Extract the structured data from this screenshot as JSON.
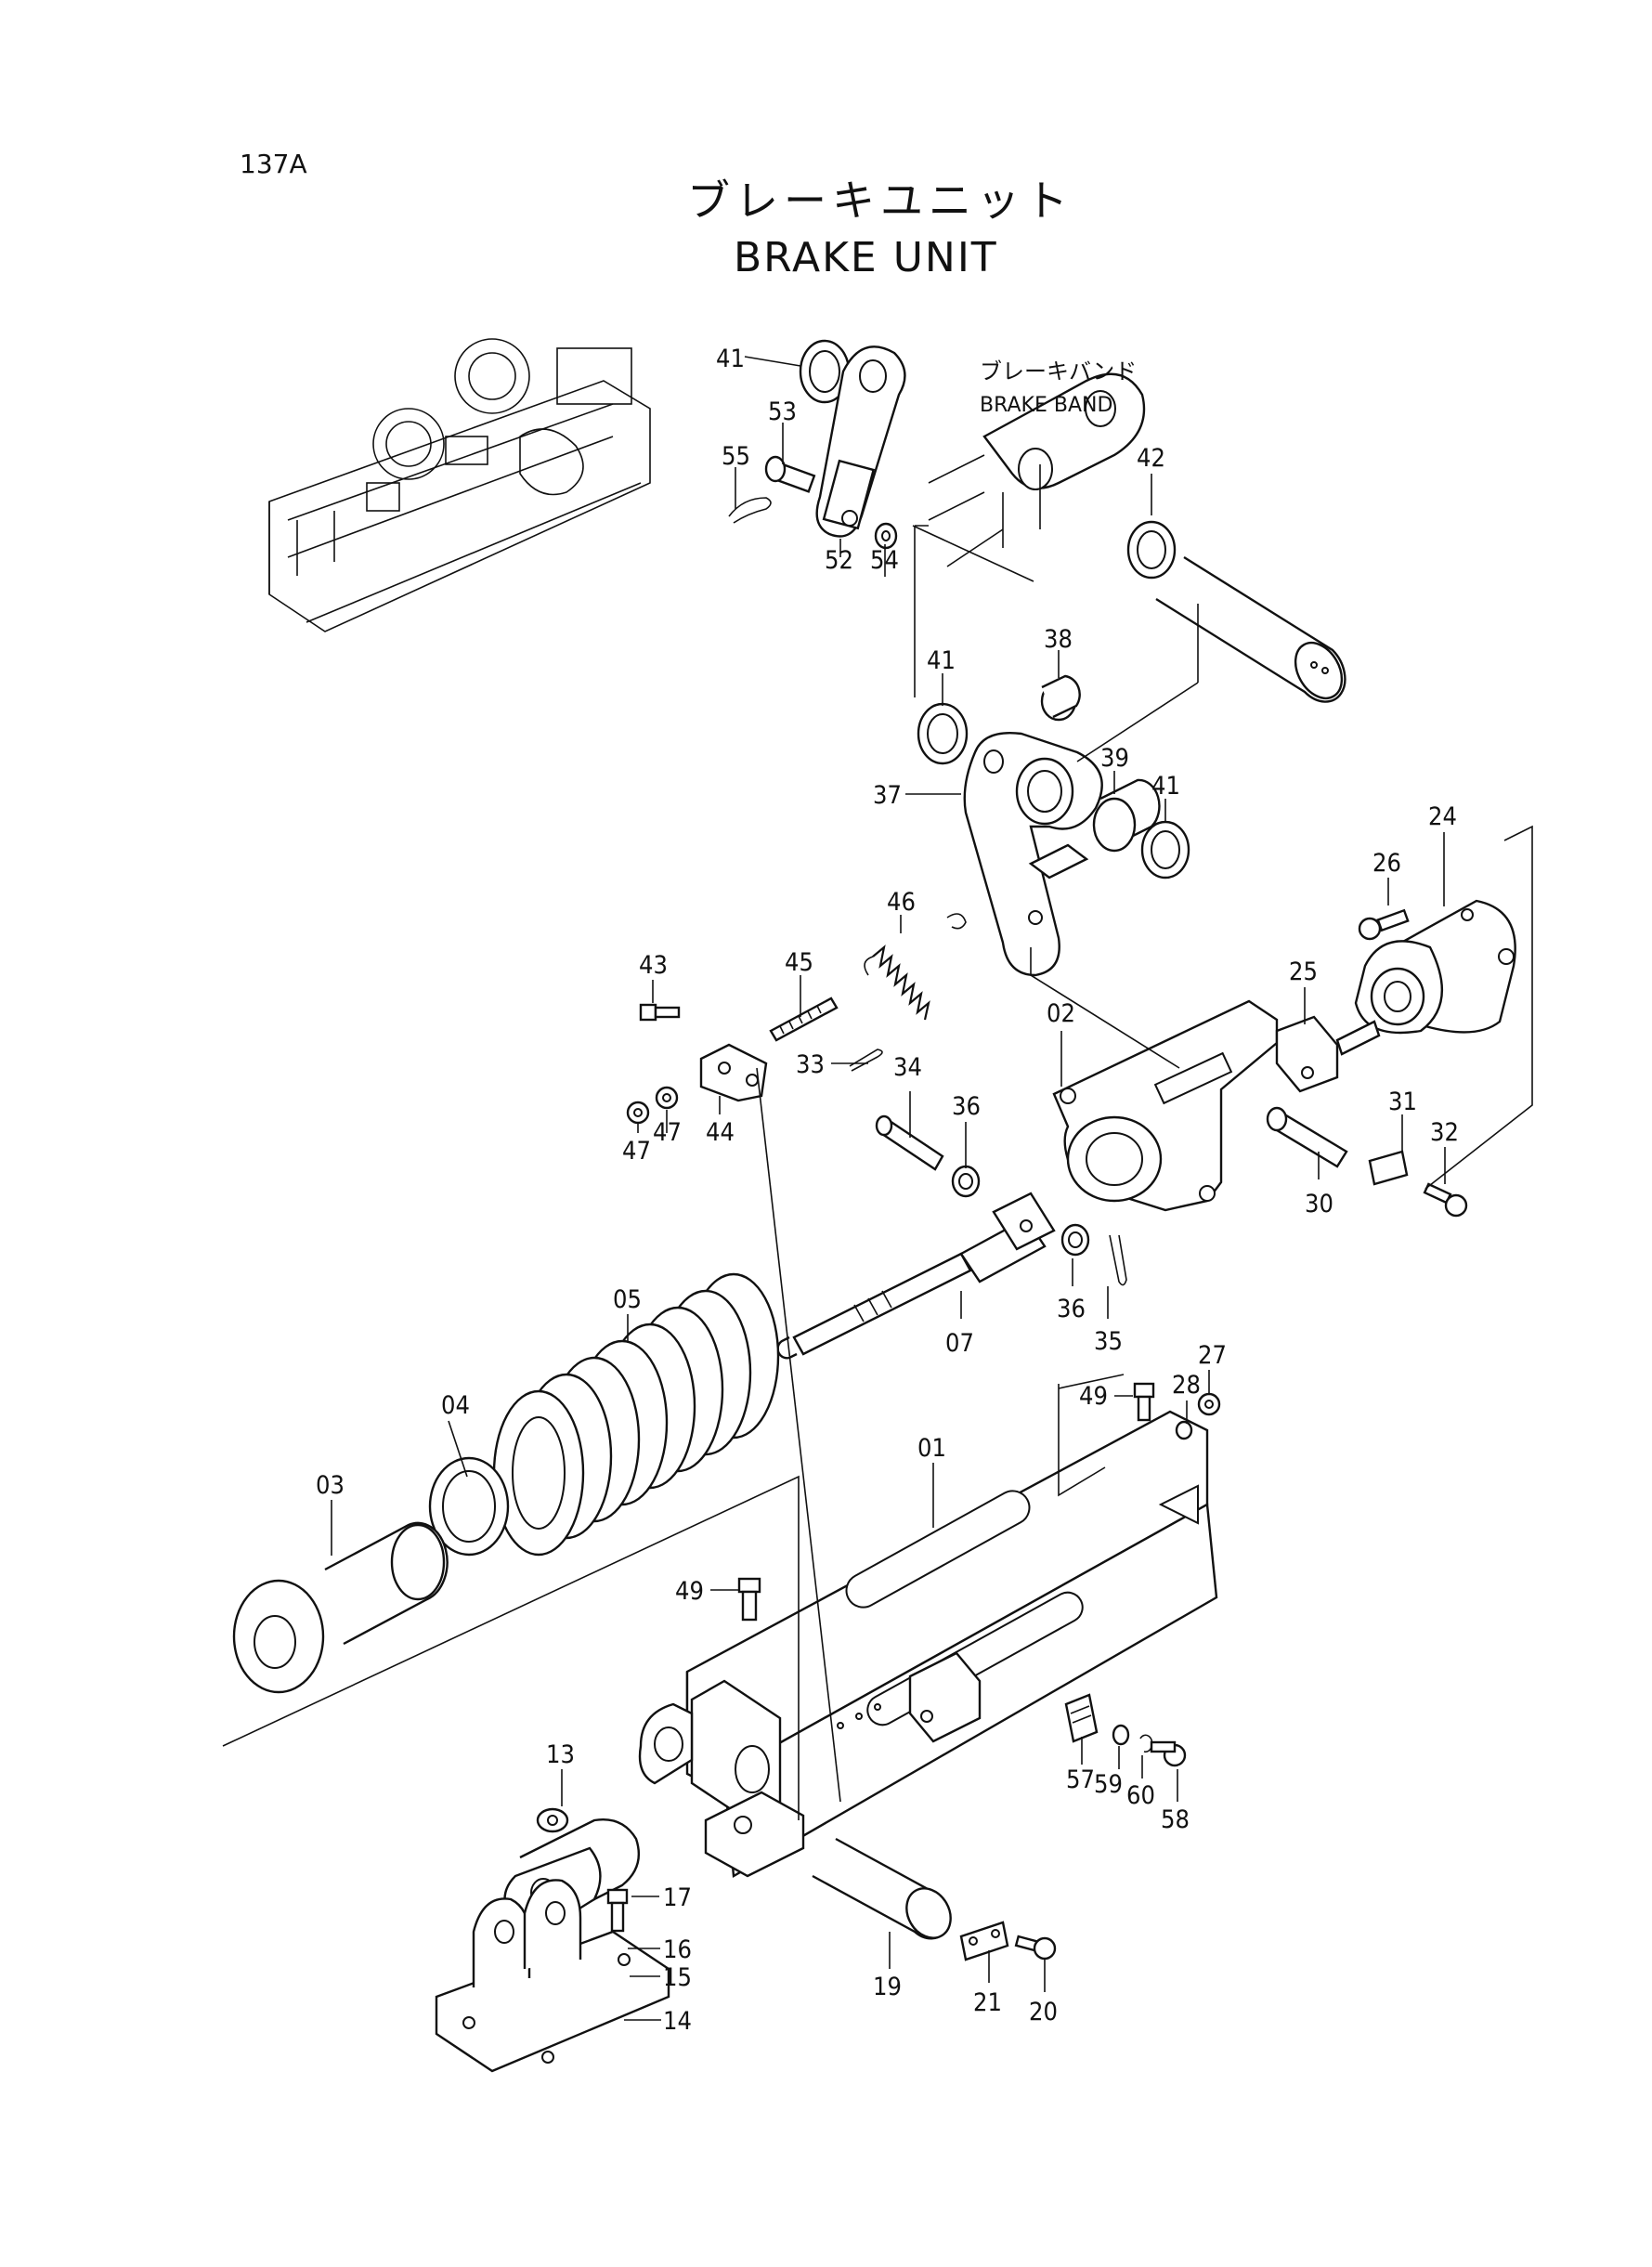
{
  "page": {
    "code": "137A",
    "title_jp": "ブレーキユニット",
    "title_en": "BRAKE UNIT"
  },
  "callouts": {
    "brake_band_jp": "ブレーキバンド",
    "brake_band_en": "BRAKE BAND"
  },
  "part_labels": {
    "p01": "01",
    "p02": "02",
    "p03": "03",
    "p04": "04",
    "p05": "05",
    "p07": "07",
    "p13": "13",
    "p14": "14",
    "p15": "15",
    "p16": "16",
    "p17": "17",
    "p19": "19",
    "p20": "20",
    "p21": "21",
    "p24": "24",
    "p25": "25",
    "p26": "26",
    "p27": "27",
    "p28": "28",
    "p30": "30",
    "p31": "31",
    "p32": "32",
    "p33": "33",
    "p34": "34",
    "p35": "35",
    "p36a": "36",
    "p36b": "36",
    "p37": "37",
    "p38": "38",
    "p39": "39",
    "p41a": "41",
    "p41b": "41",
    "p41c": "41",
    "p42": "42",
    "p43": "43",
    "p44": "44",
    "p45": "45",
    "p46": "46",
    "p47a": "47",
    "p47b": "47",
    "p49a": "49",
    "p49b": "49",
    "p52": "52",
    "p53": "53",
    "p54": "54",
    "p55": "55",
    "p57": "57",
    "p58": "58",
    "p59": "59",
    "p60": "60"
  }
}
